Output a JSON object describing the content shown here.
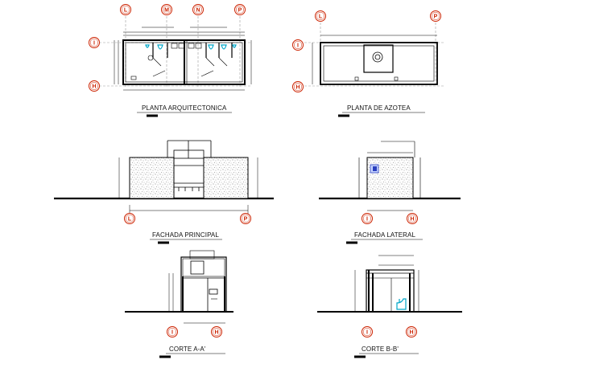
{
  "titles": {
    "planta_arquitectonica": "PLANTA ARQUITECTONICA",
    "planta_azotea": "PLANTA DE AZOTEA",
    "fachada_principal": "FACHADA PRINCIPAL",
    "fachada_lateral": "FACHADA LATERAL",
    "corte_aa": "CORTE A-A'",
    "corte_bb": "CORTE B-B'"
  },
  "axis_labels": {
    "L": "L",
    "M": "M",
    "N": "N",
    "P": "P",
    "I": "I",
    "H": "H"
  },
  "colors": {
    "axis_bubble": "#cc2200",
    "fixture": "#00a6c8",
    "line": "#000000",
    "hatch": "#777777"
  }
}
